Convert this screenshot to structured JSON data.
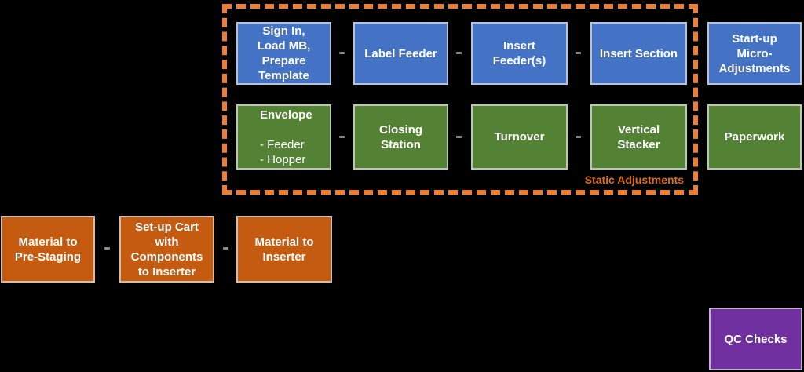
{
  "colors": {
    "background": "#000000",
    "blue": "#4472C4",
    "green": "#548235",
    "orange": "#C55A11",
    "purple": "#7030A0",
    "dashed_border": "#ED7D31",
    "static_label": "#DD6D0D",
    "box_text": "#FFFFFF"
  },
  "static_region": {
    "label": "Static Adjustments"
  },
  "setup_row": [
    {
      "label": "Sign In,\nLoad MB,\nPrepare\nTemplate"
    },
    {
      "label": "Label Feeder"
    },
    {
      "label": "Insert\nFeeder(s)"
    },
    {
      "label": "Insert Section"
    },
    {
      "label": "Start-up\nMicro-\nAdjustments"
    }
  ],
  "station_row": [
    {
      "title": "Envelope",
      "sub": "- Feeder\n- Hopper"
    },
    {
      "label": "Closing\nStation"
    },
    {
      "label": "Turnover"
    },
    {
      "label": "Vertical\nStacker"
    },
    {
      "label": "Paperwork"
    }
  ],
  "material_row": [
    {
      "label": "Material to\nPre-Staging"
    },
    {
      "label": "Set-up Cart\nwith\nComponents\nto Inserter"
    },
    {
      "label": "Material to\nInserter"
    }
  ],
  "qc_box": {
    "label": "QC Checks"
  }
}
